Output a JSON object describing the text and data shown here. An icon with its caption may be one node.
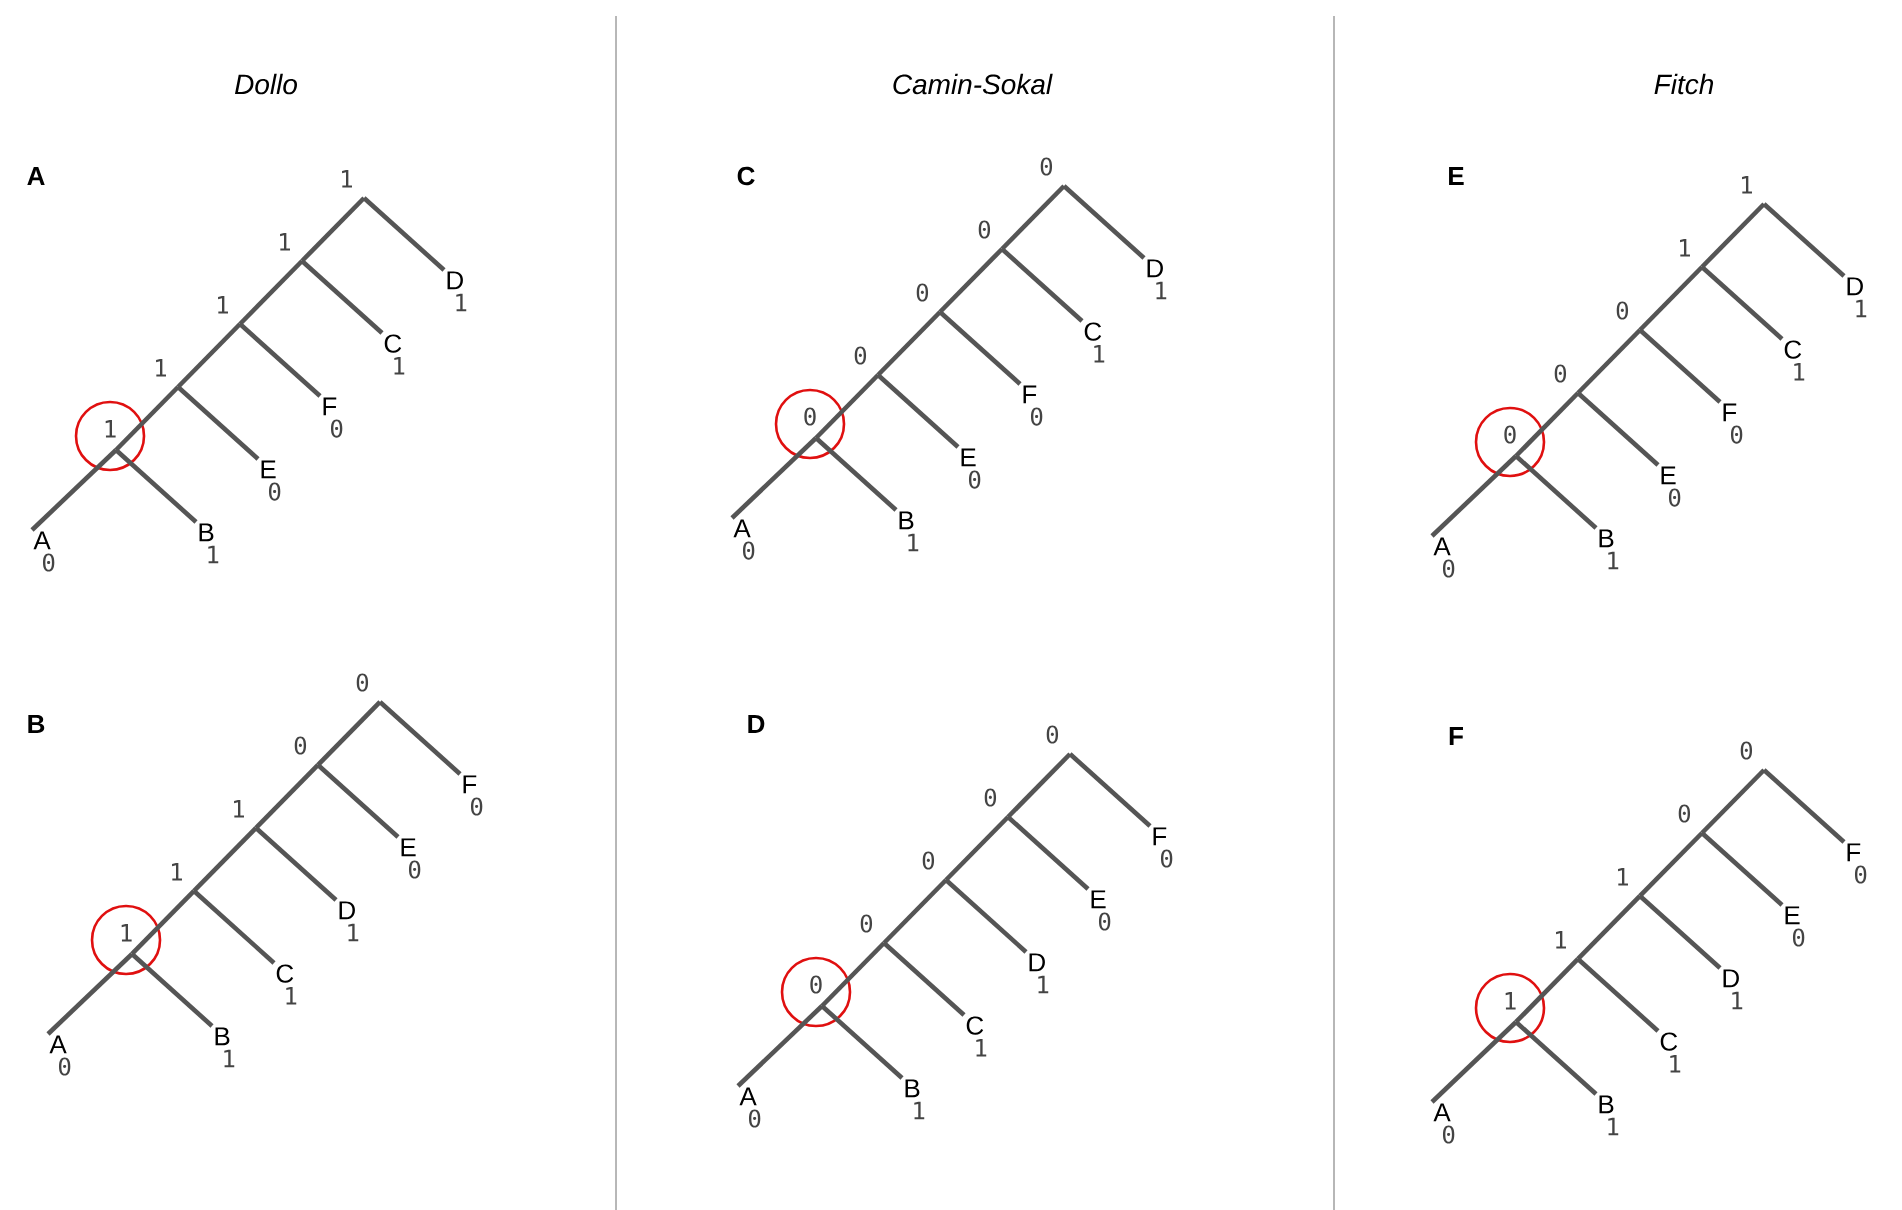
{
  "diagram": {
    "nodes": [
      {
        "text": [
          "1"
        ]
      },
      {
        "text": [
          "1"
        ]
      },
      {
        "text": [
          "1"
        ]
      },
      {
        "text": [
          "1"
        ]
      },
      {
        "text": [
          "1"
        ]
      },
      {
        "text": [
          "A",
          "0"
        ]
      },
      {
        "text": [
          "B",
          "1"
        ]
      },
      {
        "text": [
          "E",
          "0"
        ]
      },
      {
        "text": [
          "F",
          "0"
        ]
      },
      {
        "text": [
          "C",
          "1"
        ]
      },
      {
        "text": [
          "D",
          "1"
        ]
      },
      {
        "text": [
          "0"
        ]
      },
      {
        "text": [
          "0"
        ]
      },
      {
        "text": [
          "1"
        ]
      },
      {
        "text": [
          "1"
        ]
      },
      {
        "text": [
          "1"
        ]
      },
      {
        "text": [
          "A",
          "0"
        ]
      },
      {
        "text": [
          "B",
          "1"
        ]
      },
      {
        "text": [
          "C",
          "1"
        ]
      },
      {
        "text": [
          "D",
          "1"
        ]
      },
      {
        "text": [
          "E",
          "0"
        ]
      },
      {
        "text": [
          "F",
          "0"
        ]
      },
      {
        "text": [
          "0"
        ]
      },
      {
        "text": [
          "0"
        ]
      },
      {
        "text": [
          "0"
        ]
      },
      {
        "text": [
          "0"
        ]
      },
      {
        "text": [
          "0"
        ]
      },
      {
        "text": [
          "A",
          "0"
        ]
      },
      {
        "text": [
          "B",
          "1"
        ]
      },
      {
        "text": [
          "E",
          "0"
        ]
      },
      {
        "text": [
          "F",
          "0"
        ]
      },
      {
        "text": [
          "C",
          "1"
        ]
      },
      {
        "text": [
          "D",
          "1"
        ]
      },
      {
        "text": [
          "0"
        ]
      },
      {
        "text": [
          "0"
        ]
      },
      {
        "text": [
          "0"
        ]
      },
      {
        "text": [
          "0"
        ]
      },
      {
        "text": [
          "0"
        ]
      },
      {
        "text": [
          "A",
          "0"
        ]
      },
      {
        "text": [
          "B",
          "1"
        ]
      },
      {
        "text": [
          "C",
          "1"
        ]
      },
      {
        "text": [
          "D",
          "1"
        ]
      },
      {
        "text": [
          "E",
          "0"
        ]
      },
      {
        "text": [
          "F",
          "0"
        ]
      },
      {
        "text": [
          "1"
        ]
      },
      {
        "text": [
          "1"
        ]
      },
      {
        "text": [
          "0"
        ]
      },
      {
        "text": [
          "0"
        ]
      },
      {
        "text": [
          "0"
        ]
      },
      {
        "text": [
          "A",
          "0"
        ]
      },
      {
        "text": [
          "B",
          "1"
        ]
      },
      {
        "text": [
          "E",
          "0"
        ]
      },
      {
        "text": [
          "F",
          "0"
        ]
      },
      {
        "text": [
          "C",
          "1"
        ]
      },
      {
        "text": [
          "D",
          "1"
        ]
      },
      {
        "text": [
          "0"
        ]
      },
      {
        "text": [
          "0"
        ]
      },
      {
        "text": [
          "1"
        ]
      },
      {
        "text": [
          "1"
        ]
      },
      {
        "text": [
          "1"
        ]
      },
      {
        "text": [
          "A",
          "0"
        ]
      },
      {
        "text": [
          "B",
          "1"
        ]
      },
      {
        "text": [
          "C",
          "1"
        ]
      },
      {
        "text": [
          "D",
          "1"
        ]
      },
      {
        "text": [
          "E",
          "0"
        ]
      },
      {
        "text": [
          "F",
          "0"
        ]
      }
    ],
    "edges": [
      {
        "from": 0,
        "to": 1,
        "arrow": "none"
      },
      {
        "from": 1,
        "to": 2,
        "arrow": "none"
      },
      {
        "from": 2,
        "to": 3,
        "arrow": "none"
      },
      {
        "from": 3,
        "to": 4,
        "arrow": "none"
      },
      {
        "from": 0,
        "to": 10,
        "arrow": "none"
      },
      {
        "from": 1,
        "to": 9,
        "arrow": "none"
      },
      {
        "from": 2,
        "to": 8,
        "arrow": "none"
      },
      {
        "from": 3,
        "to": 7,
        "arrow": "none"
      },
      {
        "from": 4,
        "to": 6,
        "arrow": "none"
      },
      {
        "from": 4,
        "to": 5,
        "arrow": "none"
      },
      {
        "from": 11,
        "to": 12,
        "arrow": "none"
      },
      {
        "from": 12,
        "to": 13,
        "arrow": "none"
      },
      {
        "from": 13,
        "to": 14,
        "arrow": "none"
      },
      {
        "from": 14,
        "to": 15,
        "arrow": "none"
      },
      {
        "from": 11,
        "to": 21,
        "arrow": "none"
      },
      {
        "from": 12,
        "to": 20,
        "arrow": "none"
      },
      {
        "from": 13,
        "to": 19,
        "arrow": "none"
      },
      {
        "from": 14,
        "to": 18,
        "arrow": "none"
      },
      {
        "from": 15,
        "to": 17,
        "arrow": "none"
      },
      {
        "from": 15,
        "to": 16,
        "arrow": "none"
      },
      {
        "from": 22,
        "to": 23,
        "arrow": "none"
      },
      {
        "from": 23,
        "to": 24,
        "arrow": "none"
      },
      {
        "from": 24,
        "to": 25,
        "arrow": "none"
      },
      {
        "from": 25,
        "to": 26,
        "arrow": "none"
      },
      {
        "from": 22,
        "to": 32,
        "arrow": "none"
      },
      {
        "from": 23,
        "to": 31,
        "arrow": "none"
      },
      {
        "from": 24,
        "to": 30,
        "arrow": "none"
      },
      {
        "from": 25,
        "to": 29,
        "arrow": "none"
      },
      {
        "from": 26,
        "to": 28,
        "arrow": "none"
      },
      {
        "from": 26,
        "to": 27,
        "arrow": "none"
      },
      {
        "from": 33,
        "to": 34,
        "arrow": "none"
      },
      {
        "from": 34,
        "to": 35,
        "arrow": "none"
      },
      {
        "from": 35,
        "to": 36,
        "arrow": "none"
      },
      {
        "from": 36,
        "to": 37,
        "arrow": "none"
      },
      {
        "from": 33,
        "to": 43,
        "arrow": "none"
      },
      {
        "from": 34,
        "to": 42,
        "arrow": "none"
      },
      {
        "from": 35,
        "to": 41,
        "arrow": "none"
      },
      {
        "from": 36,
        "to": 40,
        "arrow": "none"
      },
      {
        "from": 37,
        "to": 39,
        "arrow": "none"
      },
      {
        "from": 37,
        "to": 38,
        "arrow": "none"
      },
      {
        "from": 44,
        "to": 45,
        "arrow": "none"
      },
      {
        "from": 45,
        "to": 46,
        "arrow": "none"
      },
      {
        "from": 46,
        "to": 47,
        "arrow": "none"
      },
      {
        "from": 47,
        "to": 48,
        "arrow": "none"
      },
      {
        "from": 44,
        "to": 54,
        "arrow": "none"
      },
      {
        "from": 45,
        "to": 53,
        "arrow": "none"
      },
      {
        "from": 46,
        "to": 52,
        "arrow": "none"
      },
      {
        "from": 47,
        "to": 51,
        "arrow": "none"
      },
      {
        "from": 48,
        "to": 50,
        "arrow": "none"
      },
      {
        "from": 48,
        "to": 49,
        "arrow": "none"
      },
      {
        "from": 55,
        "to": 56,
        "arrow": "none"
      },
      {
        "from": 56,
        "to": 57,
        "arrow": "none"
      },
      {
        "from": 57,
        "to": 58,
        "arrow": "none"
      },
      {
        "from": 58,
        "to": 59,
        "arrow": "none"
      },
      {
        "from": 55,
        "to": 65,
        "arrow": "none"
      },
      {
        "from": 56,
        "to": 64,
        "arrow": "none"
      },
      {
        "from": 57,
        "to": 63,
        "arrow": "none"
      },
      {
        "from": 58,
        "to": 62,
        "arrow": "none"
      },
      {
        "from": 59,
        "to": 61,
        "arrow": "none"
      },
      {
        "from": 59,
        "to": 60,
        "arrow": "none"
      }
    ],
    "labels": [
      "Dollo",
      "Camin-Sokal",
      "Fitch",
      "A",
      "C",
      "E",
      "B",
      "D",
      "F"
    ]
  }
}
